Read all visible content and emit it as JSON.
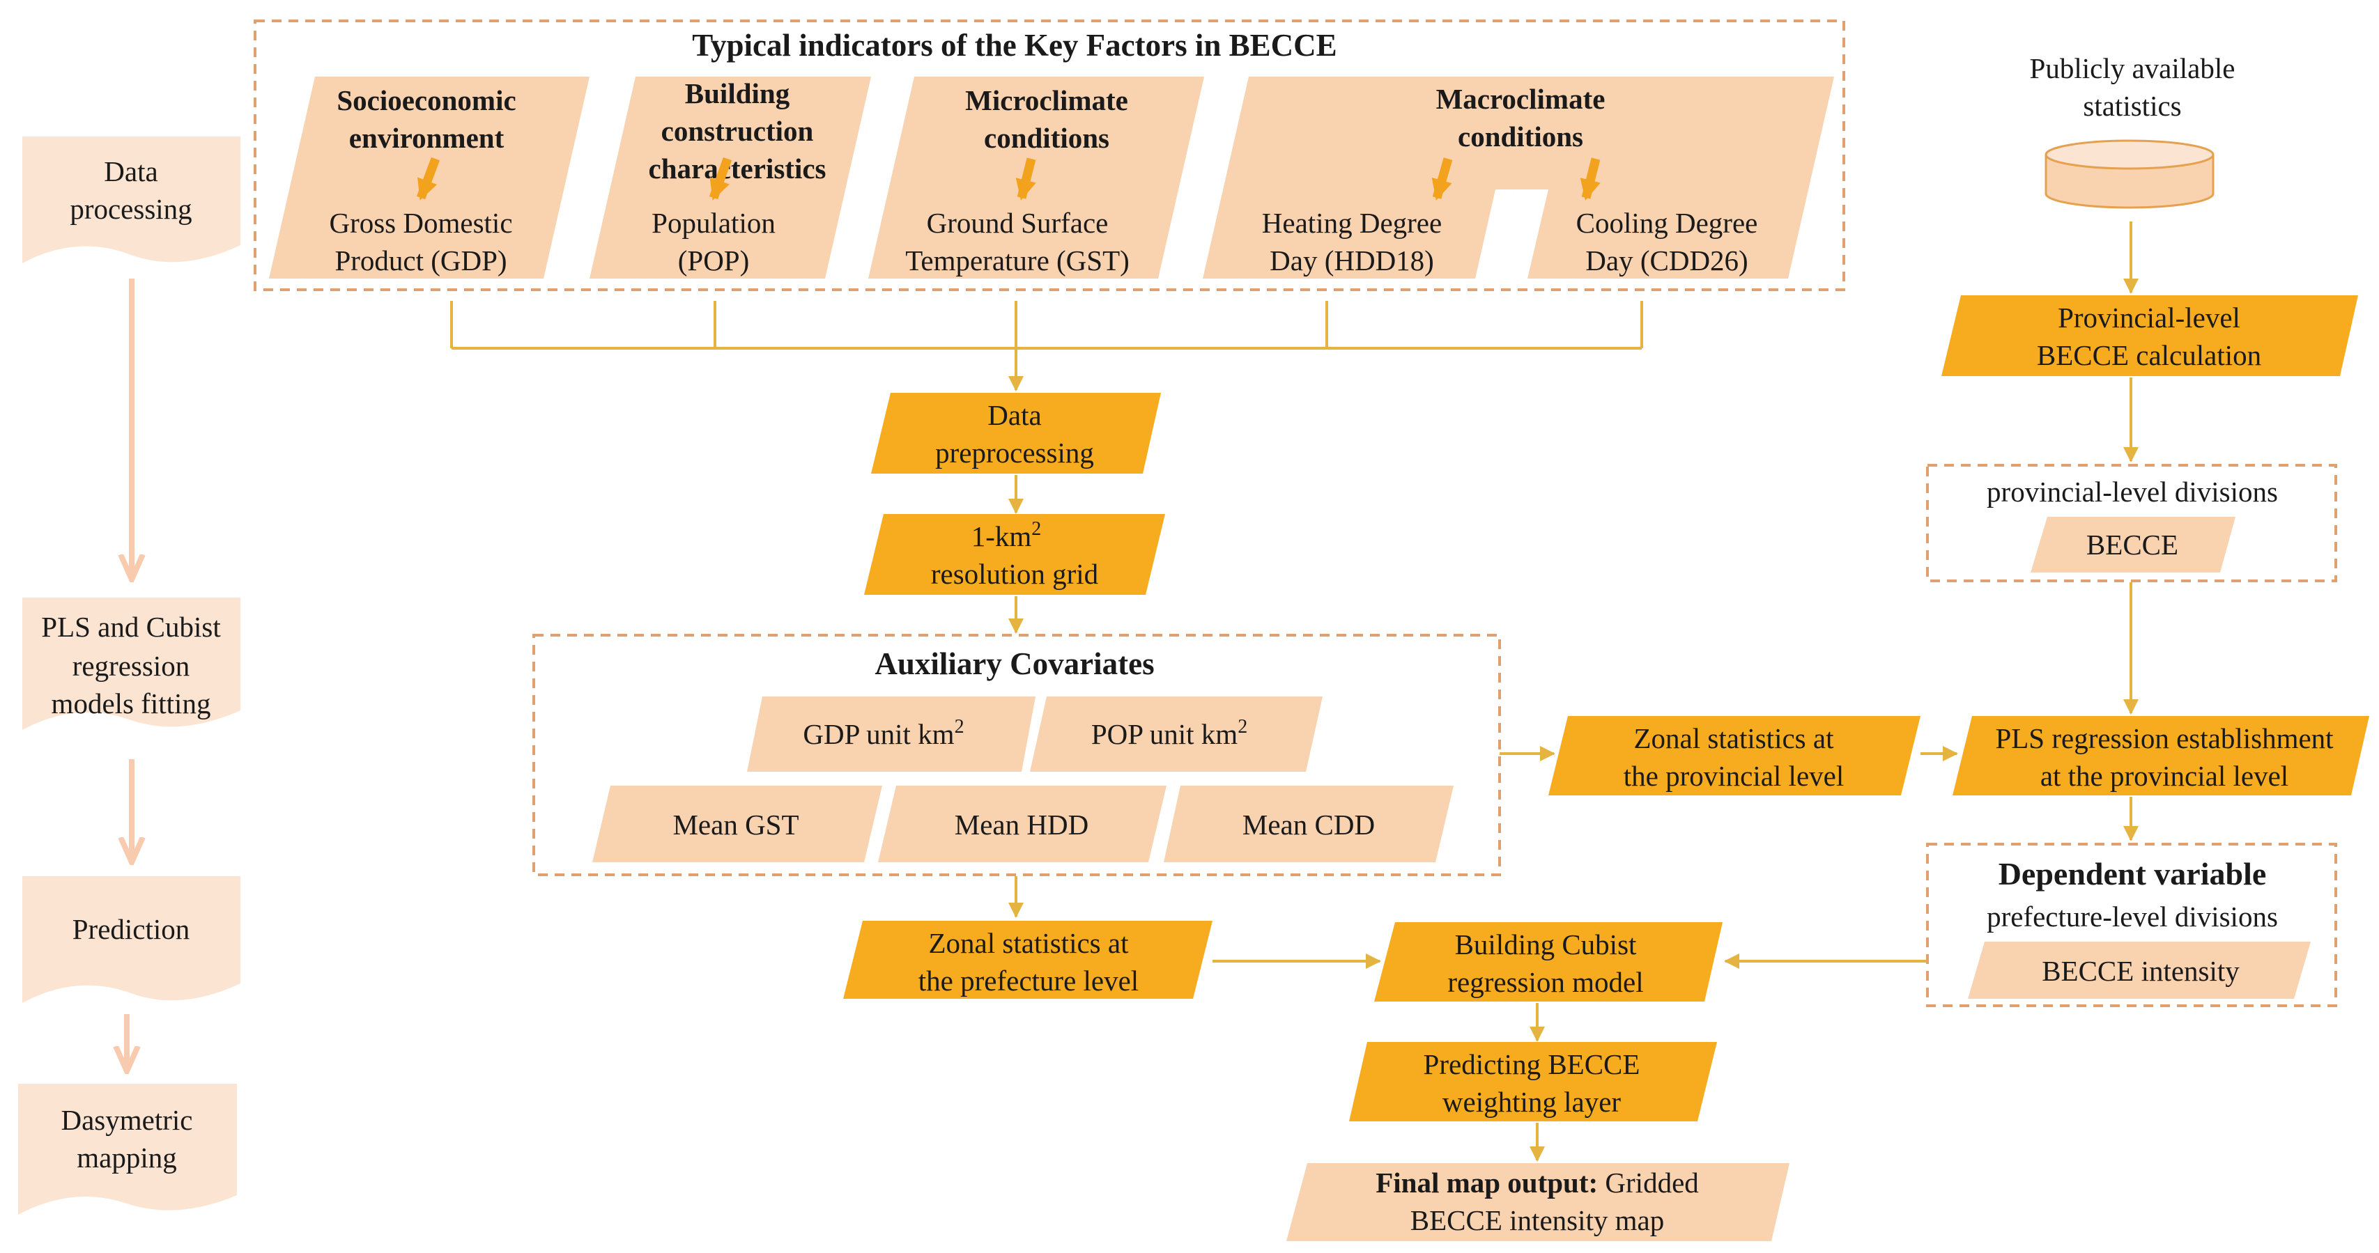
{
  "colors": {
    "dark_fill": "#F6AC1E",
    "light_fill": "#F9D3B0",
    "side_fill": "#FCE4D2",
    "line": "#E5B440",
    "dash": "#E0A070",
    "arrow": "#F3A21E",
    "side_arrow": "#F8CBAF"
  },
  "stages": [
    {
      "lines": [
        "Data",
        "processing"
      ]
    },
    {
      "lines": [
        "PLS and Cubist",
        "regression",
        "models fitting"
      ]
    },
    {
      "lines": [
        "Prediction"
      ]
    },
    {
      "lines": [
        "Dasymetric",
        "mapping"
      ]
    }
  ],
  "key_factors": {
    "title": "Typical indicators of the Key Factors in BECCE",
    "groups": [
      {
        "header": [
          "Socioeconomic",
          "environment"
        ],
        "indicator": [
          "Gross Domestic",
          "Product (GDP)"
        ]
      },
      {
        "header": [
          "Building",
          "construction",
          "characteristics"
        ],
        "indicator": [
          "Population",
          "(POP)"
        ]
      },
      {
        "header": [
          "Microclimate",
          "conditions"
        ],
        "indicator": [
          "Ground Surface",
          "Temperature (GST)"
        ]
      },
      {
        "header": [
          "Macroclimate",
          "conditions"
        ],
        "indicators": [
          [
            "Heating Degree",
            "Day (HDD18)"
          ],
          [
            "Cooling Degree",
            "Day (CDD26)"
          ]
        ]
      }
    ]
  },
  "steps": {
    "data_preprocessing": [
      "Data",
      "preprocessing"
    ],
    "resolution_grid": [
      "1-km",
      "2",
      "resolution grid"
    ],
    "zonal_prefecture": [
      "Zonal statistics at",
      "the prefecture level"
    ],
    "cubist": [
      "Building Cubist",
      "regression model"
    ],
    "predicting": [
      "Predicting BECCE",
      "weighting layer"
    ],
    "final_bold": "Final map output:",
    "final_rest": " Gridded",
    "final_line2": "BECCE intensity map"
  },
  "covariates": {
    "title": "Auxiliary Covariates",
    "gdp": {
      "text": "GDP unit km",
      "sup": "2"
    },
    "pop": {
      "text": "POP unit km",
      "sup": "2"
    },
    "gst": "Mean GST",
    "hdd": "Mean HDD",
    "cdd": "Mean CDD"
  },
  "right": {
    "public_stats": [
      "Publicly available",
      "statistics"
    ],
    "provincial_calc": [
      "Provincial-level",
      "BECCE calculation"
    ],
    "prov_divisions": "provincial-level divisions",
    "becce": "BECCE",
    "zonal_provincial": [
      "Zonal statistics at",
      "the provincial level"
    ],
    "pls": [
      "PLS regression establishment",
      "at the provincial level"
    ],
    "dependent_title": "Dependent variable",
    "pref_divisions": "prefecture-level divisions",
    "becce_intensity": "BECCE intensity"
  }
}
